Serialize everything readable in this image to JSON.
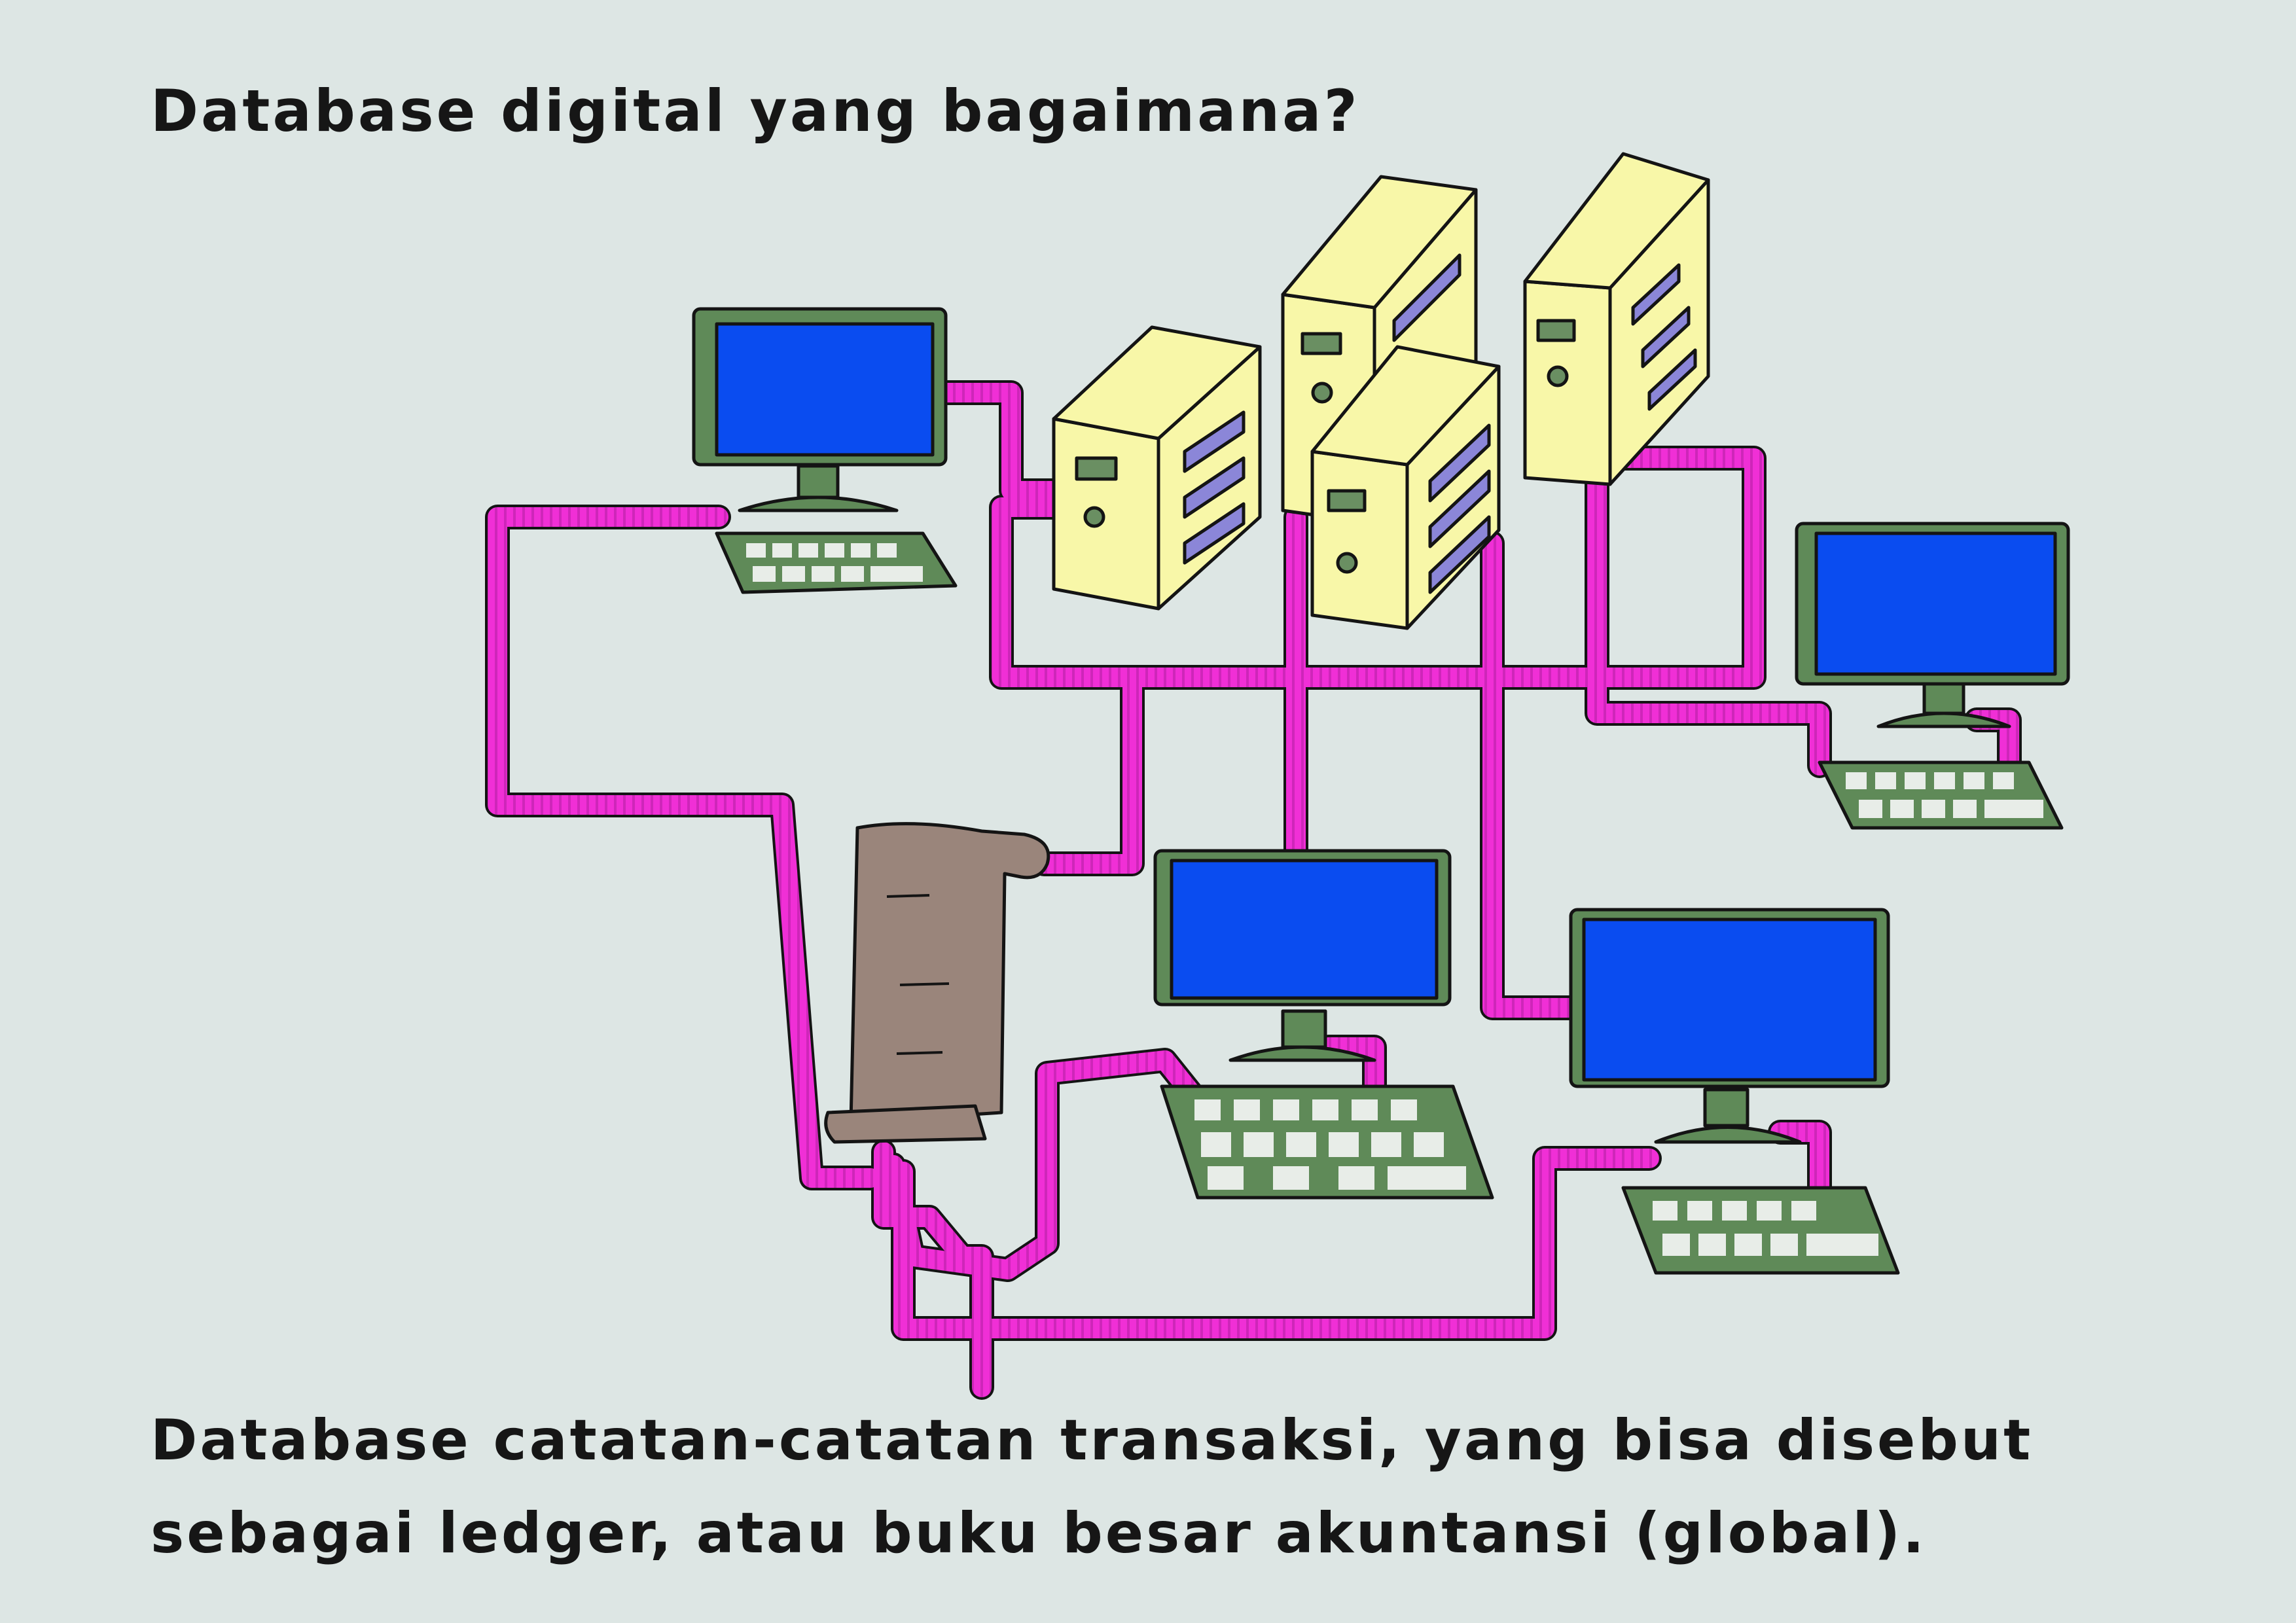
{
  "title": "Database digital yang bagaimana?",
  "description": {
    "line1": "Database catatan-catatan transaksi, yang bisa disebut",
    "line2": "sebagai ledger, atau buku besar akuntansi (global)."
  },
  "colors": {
    "background": "#dde6e4",
    "cable": "#f02fd6",
    "cable_rib": "#b31ea0",
    "monitor_frame": "#5f8a58",
    "screen": "#0a4cf0",
    "server_body": "#f8f7a8",
    "server_slot": "#8b86d8",
    "ledger_scroll": "#9a857b"
  },
  "diagram": {
    "monitors": [
      "monitor-top-left",
      "monitor-right",
      "monitor-center",
      "monitor-bottom-right"
    ],
    "servers": [
      "server-1",
      "server-2",
      "server-3",
      "server-4"
    ],
    "ledger": "ledger-scroll-icon"
  }
}
